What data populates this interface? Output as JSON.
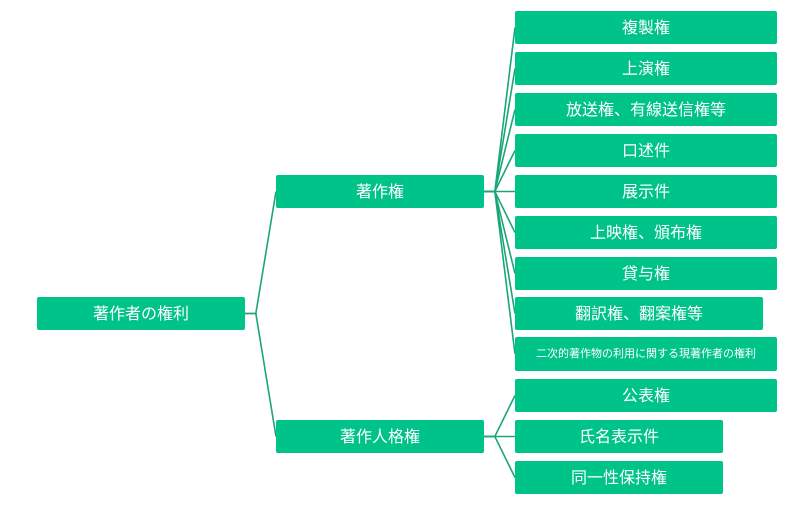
{
  "colors": {
    "node_fill": "#00c38a",
    "node_text": "#ffffff",
    "connector": "#1aa57a"
  },
  "root": {
    "label": "著作者の権利"
  },
  "branches": [
    {
      "label": "著作権",
      "children": [
        "複製権",
        "上演権",
        "放送権、有線送信権等",
        "口述件",
        "展示件",
        "上映権、頒布権",
        "貸与権",
        "翻訳権、翻案権等",
        "二次的著作物の利用に関する現著作者の権利"
      ]
    },
    {
      "label": "著作人格権",
      "children": [
        "公表権",
        "氏名表示件",
        "同一性保持権"
      ]
    }
  ]
}
